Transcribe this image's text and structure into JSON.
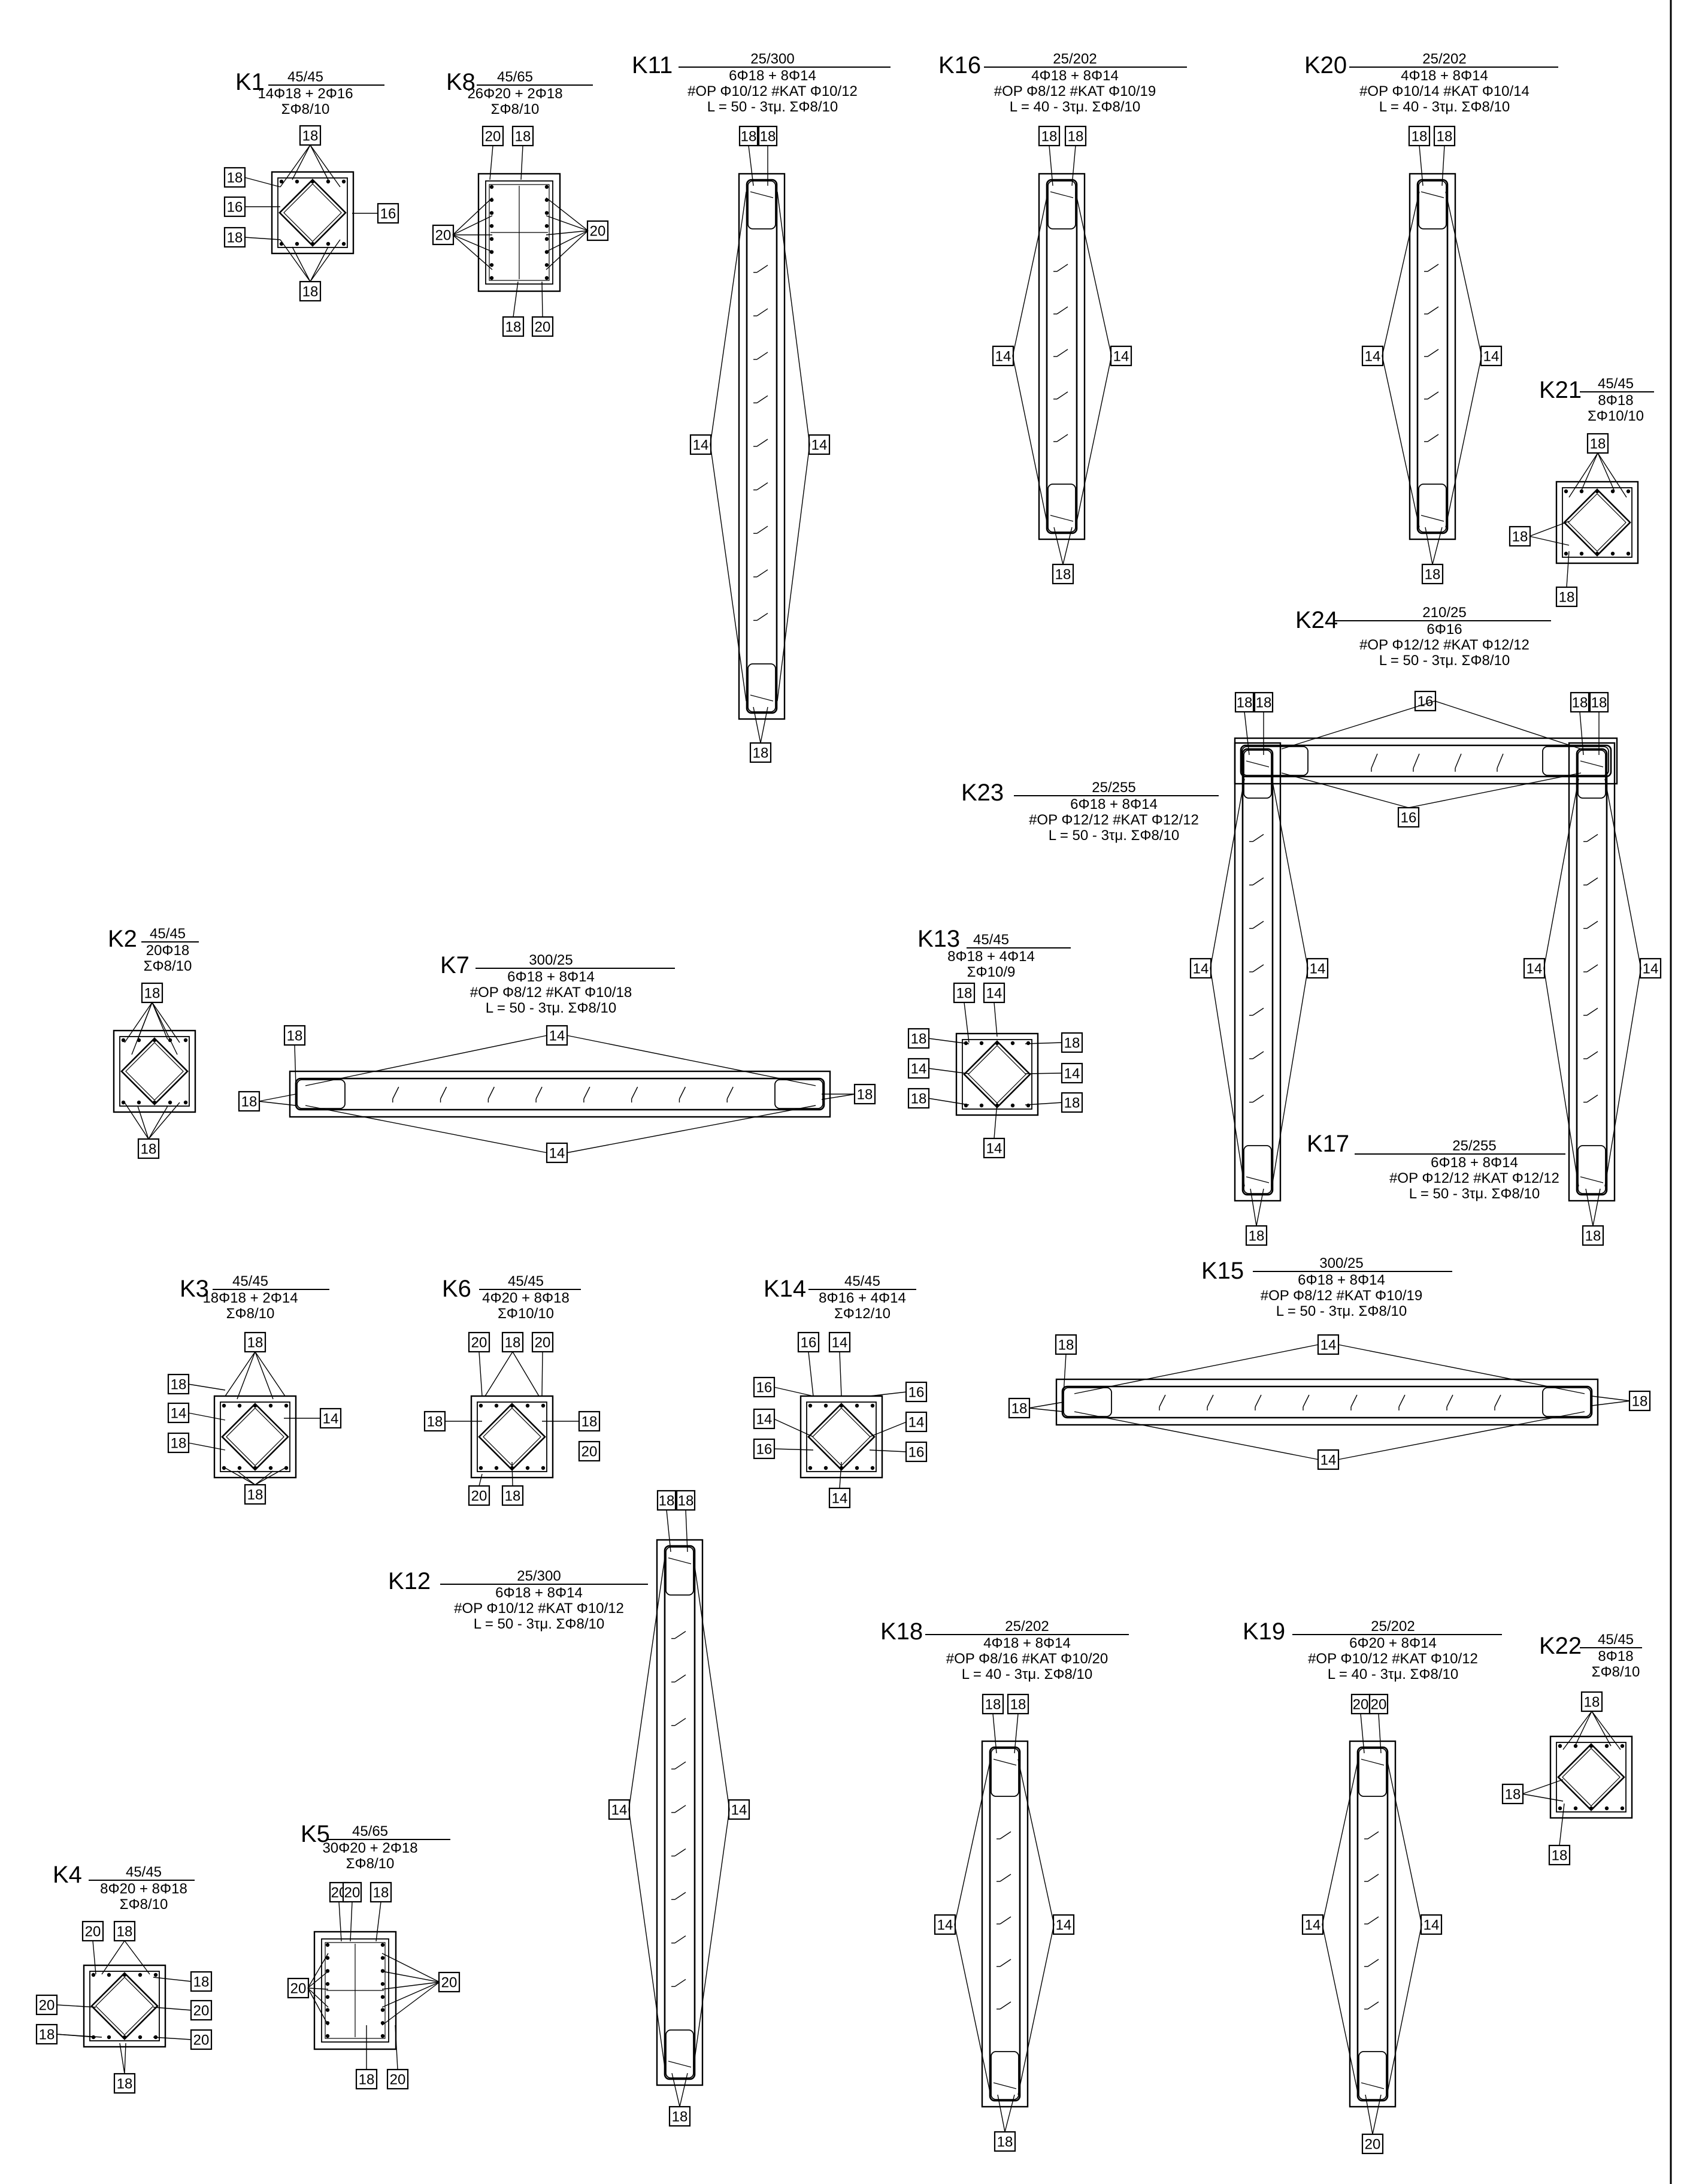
{
  "drawing": {
    "title": "",
    "columns": [
      {
        "id": "K1",
        "dims": "45/45",
        "bars": "14Φ18 + 2Φ16",
        "stirrups": "ΣΦ8/10",
        "note": "",
        "tags": [
          "18",
          "18",
          "16",
          "18",
          "16",
          "18"
        ]
      },
      {
        "id": "K8",
        "dims": "45/65",
        "bars": "26Φ20 + 2Φ18",
        "stirrups": "ΣΦ8/10",
        "note": "",
        "tags": [
          "20",
          "18",
          "20",
          "20",
          "18",
          "20"
        ]
      },
      {
        "id": "K11",
        "dims": "25/300",
        "bars": "6Φ18 + 8Φ14",
        "stirrups": "#ΟΡ Φ10/12 #ΚΑΤ Φ10/12",
        "note": "L = 50 - 3τμ. ΣΦ8/10",
        "tags": [
          "18",
          "18",
          "14",
          "14",
          "18"
        ]
      },
      {
        "id": "K16",
        "dims": "25/202",
        "bars": "4Φ18 + 8Φ14",
        "stirrups": "#ΟΡ Φ8/12 #ΚΑΤ Φ10/19",
        "note": "L = 40 - 3τμ. ΣΦ8/10",
        "tags": [
          "18",
          "18",
          "14",
          "14",
          "18"
        ]
      },
      {
        "id": "K20",
        "dims": "25/202",
        "bars": "4Φ18 + 8Φ14",
        "stirrups": "#ΟΡ Φ10/14 #ΚΑΤ Φ10/14",
        "note": "L = 40 - 3τμ. ΣΦ8/10",
        "tags": [
          "18",
          "18",
          "14",
          "14",
          "18"
        ]
      },
      {
        "id": "K21",
        "dims": "45/45",
        "bars": "8Φ18",
        "stirrups": "ΣΦ10/10",
        "note": "",
        "tags": [
          "18",
          "18",
          "18"
        ]
      },
      {
        "id": "K24",
        "dims": "210/25",
        "bars": "6Φ16",
        "stirrups": "#ΟΡ Φ12/12 #ΚΑΤ Φ12/12",
        "note": "L = 50 - 3τμ. ΣΦ8/10",
        "tags": [
          "16",
          "16"
        ]
      },
      {
        "id": "K23",
        "dims": "25/255",
        "bars": "6Φ18 + 8Φ14",
        "stirrups": "#ΟΡ Φ12/12 #ΚΑΤ Φ12/12",
        "note": "L = 50 - 3τμ. ΣΦ8/10",
        "tags": [
          "18",
          "18",
          "14",
          "14",
          "18"
        ]
      },
      {
        "id": "K17",
        "dims": "25/255",
        "bars": "6Φ18 + 8Φ14",
        "stirrups": "#ΟΡ Φ12/12 #ΚΑΤ Φ12/12",
        "note": "L = 50 - 3τμ. ΣΦ8/10",
        "tags": [
          "18",
          "18",
          "14",
          "14",
          "18"
        ]
      },
      {
        "id": "K2",
        "dims": "45/45",
        "bars": "20Φ18",
        "stirrups": "ΣΦ8/10",
        "note": "",
        "tags": [
          "18",
          "18"
        ]
      },
      {
        "id": "K7",
        "dims": "300/25",
        "bars": "6Φ18 + 8Φ14",
        "stirrups": "#ΟΡ Φ8/12 #ΚΑΤ Φ10/18",
        "note": "L = 50 - 3τμ. ΣΦ8/10",
        "tags": [
          "18",
          "18",
          "18",
          "14",
          "14"
        ]
      },
      {
        "id": "K13",
        "dims": "45/45",
        "bars": "8Φ18 + 4Φ14",
        "stirrups": "ΣΦ10/9",
        "note": "",
        "tags": [
          "18",
          "14",
          "18",
          "14",
          "18",
          "18",
          "14",
          "18",
          "14"
        ]
      },
      {
        "id": "K3",
        "dims": "45/45",
        "bars": "18Φ18 + 2Φ14",
        "stirrups": "ΣΦ8/10",
        "note": "",
        "tags": [
          "18",
          "18",
          "14",
          "18",
          "14",
          "18"
        ]
      },
      {
        "id": "K6",
        "dims": "45/45",
        "bars": "4Φ20 + 8Φ18",
        "stirrups": "ΣΦ10/10",
        "note": "",
        "tags": [
          "20",
          "18",
          "20",
          "18",
          "18",
          "20",
          "20",
          "18"
        ]
      },
      {
        "id": "K14",
        "dims": "45/45",
        "bars": "8Φ16 + 4Φ14",
        "stirrups": "ΣΦ12/10",
        "note": "",
        "tags": [
          "16",
          "14",
          "16",
          "14",
          "16",
          "16",
          "14",
          "16",
          "14"
        ]
      },
      {
        "id": "K15",
        "dims": "300/25",
        "bars": "6Φ18 + 8Φ14",
        "stirrups": "#ΟΡ Φ8/12 #ΚΑΤ Φ10/19",
        "note": "L = 50 - 3τμ. ΣΦ8/10",
        "tags": [
          "18",
          "18",
          "18",
          "14",
          "14"
        ]
      },
      {
        "id": "K12",
        "dims": "25/300",
        "bars": "6Φ18 + 8Φ14",
        "stirrups": "#ΟΡ Φ10/12 #ΚΑΤ Φ10/12",
        "note": "L = 50 - 3τμ. ΣΦ8/10",
        "tags": [
          "18",
          "18",
          "14",
          "14",
          "18"
        ]
      },
      {
        "id": "K18",
        "dims": "25/202",
        "bars": "4Φ18 + 8Φ14",
        "stirrups": "#ΟΡ Φ8/16 #ΚΑΤ Φ10/20",
        "note": "L = 40 - 3τμ. ΣΦ8/10",
        "tags": [
          "18",
          "18",
          "14",
          "14",
          "18"
        ]
      },
      {
        "id": "K19",
        "dims": "25/202",
        "bars": "6Φ20 + 8Φ14",
        "stirrups": "#ΟΡ Φ10/12 #ΚΑΤ Φ10/12",
        "note": "L = 40 - 3τμ. ΣΦ8/10",
        "tags": [
          "20",
          "20",
          "14",
          "14",
          "20"
        ]
      },
      {
        "id": "K22",
        "dims": "45/45",
        "bars": "8Φ18",
        "stirrups": "ΣΦ8/10",
        "note": "",
        "tags": [
          "18",
          "18",
          "18"
        ]
      },
      {
        "id": "K4",
        "dims": "45/45",
        "bars": "8Φ20 + 8Φ18",
        "stirrups": "ΣΦ8/10",
        "note": "",
        "tags": [
          "20",
          "18",
          "20",
          "18",
          "18",
          "20",
          "20",
          "18"
        ]
      },
      {
        "id": "K5",
        "dims": "45/65",
        "bars": "30Φ20 + 2Φ18",
        "stirrups": "ΣΦ8/10",
        "note": "",
        "tags": [
          "20",
          "20",
          "18",
          "20",
          "20",
          "18",
          "20"
        ]
      }
    ]
  }
}
